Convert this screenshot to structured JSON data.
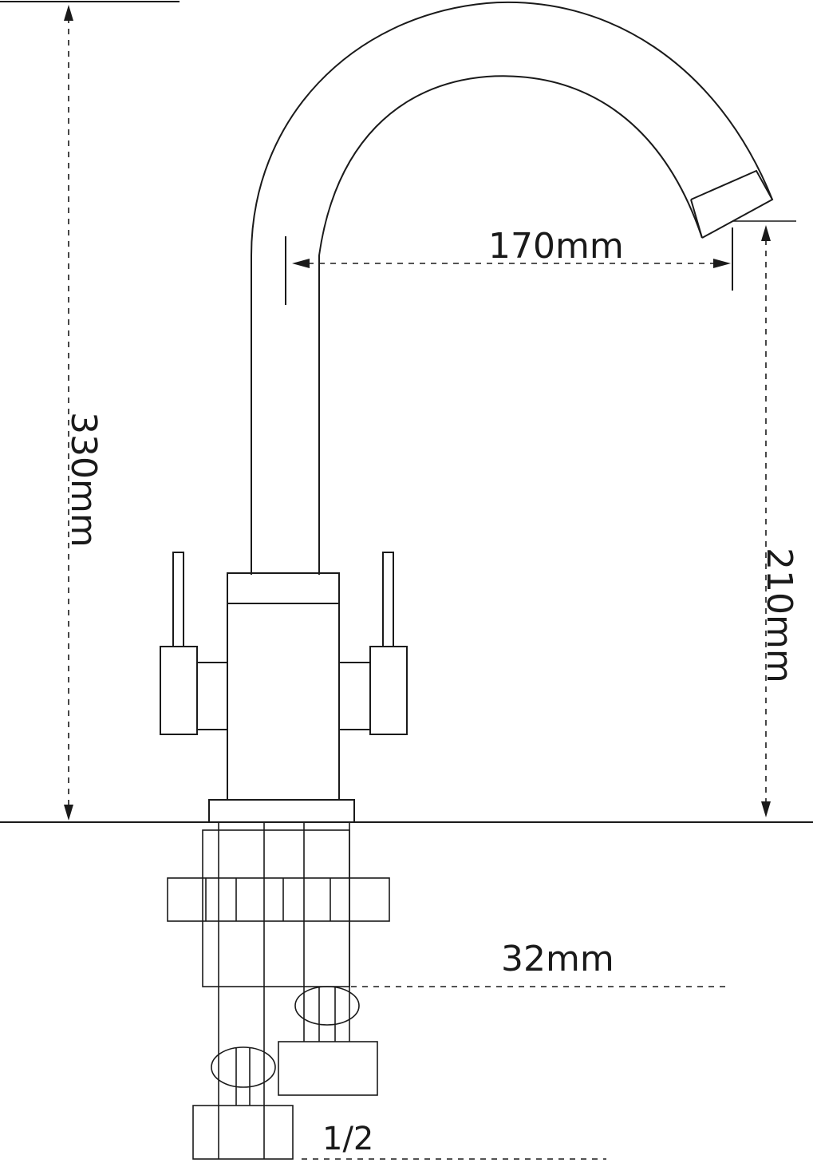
{
  "dimensions": {
    "total_height": "330mm",
    "spout_height": "210mm",
    "spout_reach": "170mm",
    "mount_hole": "32mm",
    "connection_thread": "1/2"
  },
  "colors": {
    "line": "#1a1a1a",
    "background": "#ffffff"
  }
}
